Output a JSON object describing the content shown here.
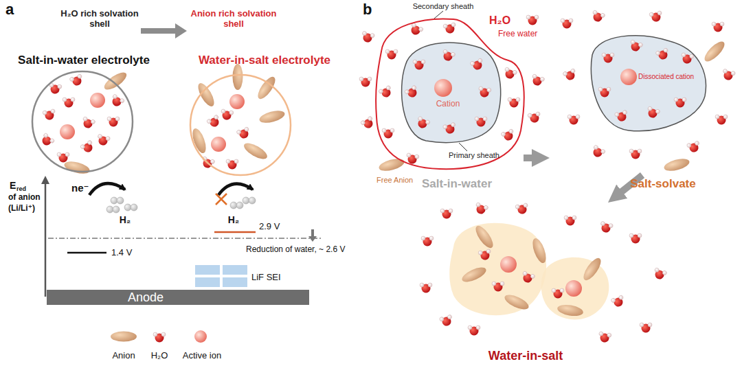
{
  "diagram": {
    "nodes": [
      {
        "text": [
          "Salt-in-water electrolyte"
        ]
      },
      {
        "text": [
          "Water-in-salt electrolyte"
        ]
      },
      {
        "text": [
          "Anode"
        ]
      },
      {
        "text": [
          "Salt-in-water"
        ]
      },
      {
        "text": [
          "Secondary sheath"
        ],
        "in": 3
      },
      {
        "text": [
          "Cation",
          "Primary sheath"
        ],
        "in": 4
      },
      {
        "text": [
          "Salt-solvate"
        ]
      },
      {
        "text": [
          "Dissociated cation"
        ],
        "in": 6
      },
      {
        "text": [
          "Water-in-salt"
        ]
      }
    ],
    "edges": [
      {
        "from": 3,
        "to": 6,
        "arrow": "to"
      },
      {
        "from": 6,
        "to": 8,
        "arrow": "to"
      }
    ],
    "labels": [
      "a",
      "H₂O rich solvation shell",
      "Anion rich solvation shell",
      "E",
      "red",
      "of anion",
      "(Li/Li⁺)",
      "ne⁻",
      "H₂",
      "H₂",
      "1.4 V",
      "2.9 V",
      "Reduction of water, ~ 2.6 V",
      "LiF SEI",
      "b",
      "H₂O",
      "Free water",
      "Free Anion"
    ],
    "legend": [
      {
        "text": "Anion"
      },
      {
        "text": "H₂O"
      },
      {
        "text": "Active ion"
      }
    ]
  }
}
